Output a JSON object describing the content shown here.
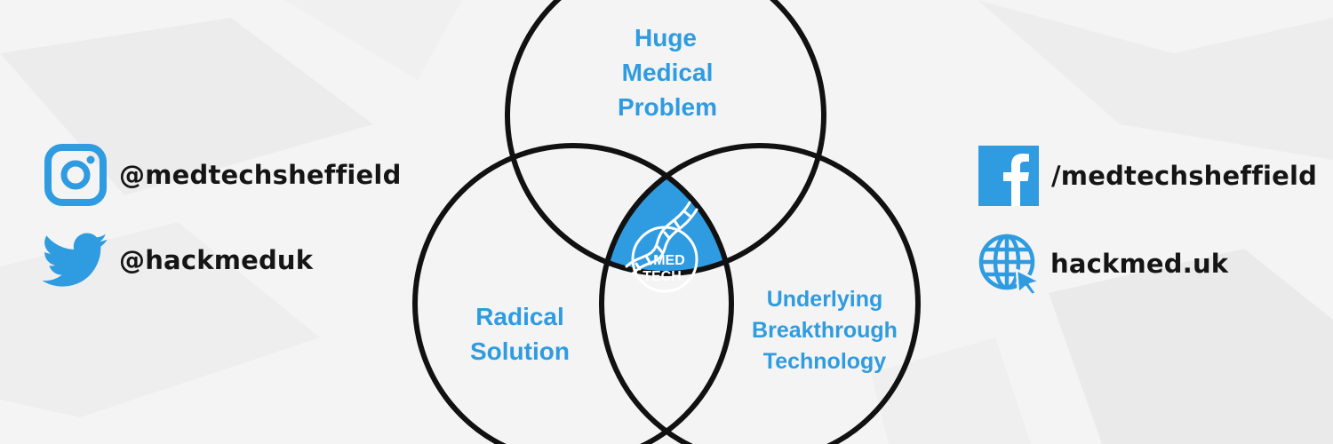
{
  "colors": {
    "accent": "#2f9be0",
    "outline": "#111111",
    "background": "#f4f4f4"
  },
  "social": {
    "instagram": {
      "icon": "instagram-icon",
      "handle": "@medtechsheffield"
    },
    "twitter": {
      "icon": "twitter-bird-icon",
      "handle": "@hackmeduk"
    },
    "facebook": {
      "icon": "facebook-icon",
      "handle": "/medtechsheffield"
    },
    "website": {
      "icon": "globe-cursor-icon",
      "handle": "hackmed.uk"
    }
  },
  "venn": {
    "top": {
      "lines": [
        "Huge",
        "Medical",
        "Problem"
      ]
    },
    "left": {
      "lines": [
        "Radical",
        "Solution"
      ]
    },
    "right": {
      "lines": [
        "Underlying",
        "Breakthrough",
        "Technology"
      ]
    },
    "center_logo": {
      "icon": "dna-medtech-logo",
      "line1": "MED",
      "line2": "TECH"
    }
  }
}
